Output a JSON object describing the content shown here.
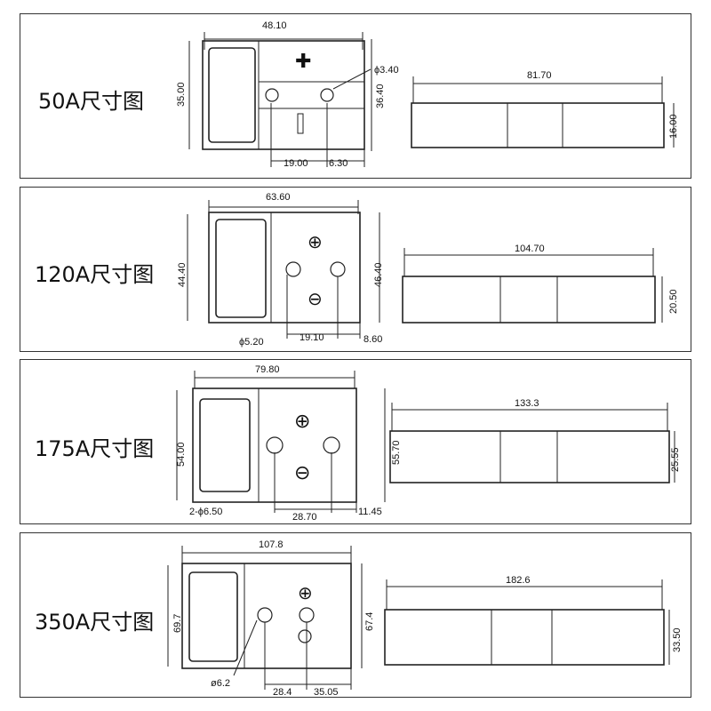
{
  "panels": [
    {
      "title": "50A尺寸图",
      "dims": {
        "width": "48.10",
        "height_left": "35.00",
        "height_right": "36.40",
        "hole": "ϕ3.40",
        "pitch": "19.00",
        "offset": "6.30",
        "length": "81.70",
        "side_height": "16.00"
      }
    },
    {
      "title": "120A尺寸图",
      "dims": {
        "width": "63.60",
        "height_left": "44.40",
        "height_right": "46.40",
        "hole": "ϕ5.20",
        "pitch": "19.10",
        "offset": "8.60",
        "length": "104.70",
        "side_height": "20.50"
      }
    },
    {
      "title": "175A尺寸图",
      "dims": {
        "width": "79.80",
        "height_left": "54.00",
        "height_right": "55.70",
        "hole": "2-ϕ6.50",
        "pitch": "28.70",
        "offset": "11.45",
        "length": "133.3",
        "side_height": "25.55"
      }
    },
    {
      "title": "350A尺寸图",
      "dims": {
        "width": "107.8",
        "height_left": "69.7",
        "height_right": "67.4",
        "hole": "ø6.2",
        "pitch": "28.4",
        "offset": "35.05",
        "length": "182.6",
        "side_height": "33.50"
      }
    }
  ]
}
